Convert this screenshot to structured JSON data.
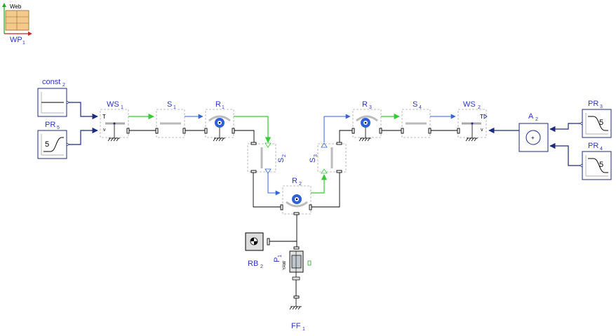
{
  "diagram": {
    "web_plot": {
      "title": "Web",
      "label": "WP",
      "sub": "1"
    },
    "blocks": {
      "const2": {
        "label": "const",
        "sub": "2"
      },
      "pr5": {
        "label": "PR",
        "sub": "5",
        "value": "5"
      },
      "ws1": {
        "label": "WS",
        "sub": "1",
        "port_t": "T",
        "port_v": "v"
      },
      "s1": {
        "label": "S",
        "sub": "1"
      },
      "r1": {
        "label": "R",
        "sub": "1"
      },
      "s2": {
        "label": "S",
        "sub": "2"
      },
      "r2": {
        "label": "R",
        "sub": "2"
      },
      "s3": {
        "label": "S",
        "sub": "3"
      },
      "r3": {
        "label": "R",
        "sub": "3"
      },
      "s4": {
        "label": "S",
        "sub": "4"
      },
      "ws2": {
        "label": "WS",
        "sub": "2",
        "port_t": "T",
        "port_v": "v"
      },
      "a2": {
        "label": "A",
        "sub": "2",
        "symbol": "+"
      },
      "pr3": {
        "label": "PR",
        "sub": "3",
        "value": "5"
      },
      "pr4": {
        "label": "PR",
        "sub": "4",
        "value": "5"
      },
      "rb2": {
        "label": "RB",
        "sub": "2"
      },
      "p1": {
        "label": "P",
        "sub": "1",
        "text": "YAW"
      },
      "ff1": {
        "label": "FF",
        "sub": "1"
      }
    }
  }
}
